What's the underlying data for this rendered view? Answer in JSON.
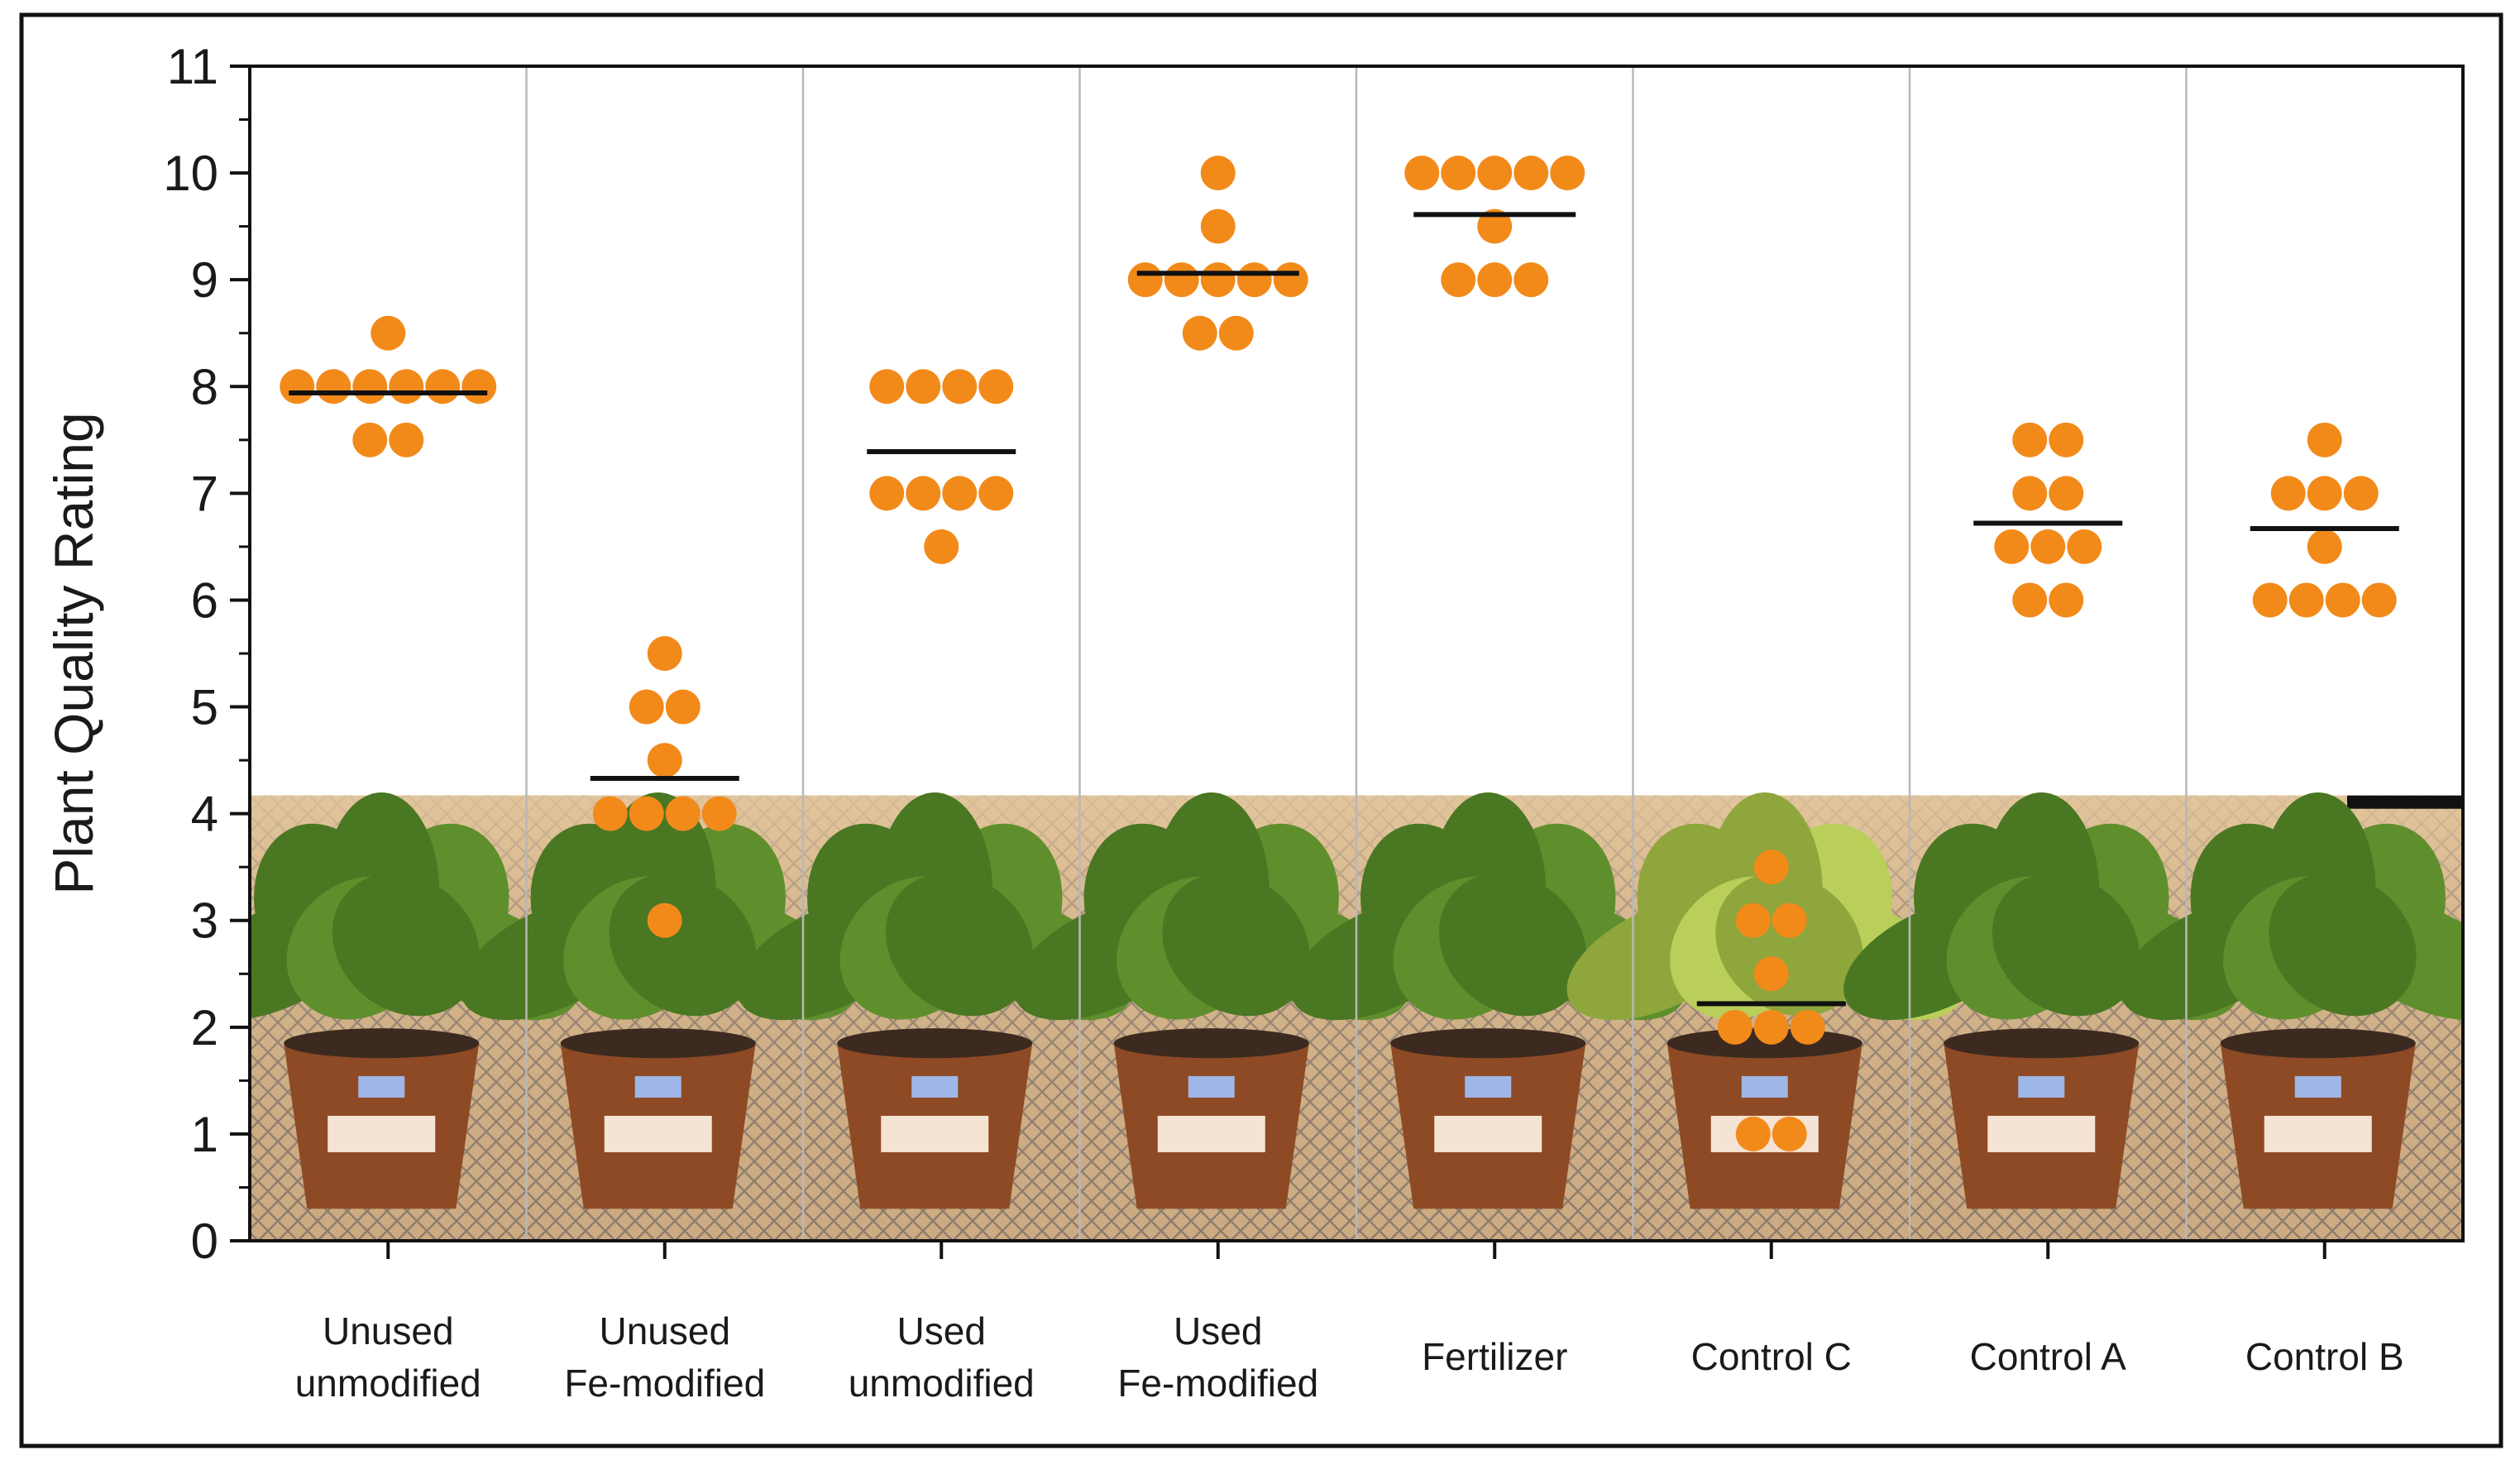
{
  "chart_data": {
    "type": "scatter",
    "ylabel": "Plant Quality Rating",
    "ylim": [
      0,
      11
    ],
    "yticks": [
      "0",
      "1",
      "2",
      "3",
      "4",
      "5",
      "6",
      "7",
      "8",
      "9",
      "10",
      "11"
    ],
    "grid": "vertical separators between categories",
    "legend": "none",
    "categories": [
      {
        "line1": "Unused",
        "line2": "unmodified",
        "mean": 7.94,
        "points": [
          8.5,
          8,
          8,
          8,
          8,
          8,
          8,
          7.5,
          7.5
        ]
      },
      {
        "line1": "Unused",
        "line2": "Fe-modified",
        "mean": 4.33,
        "points": [
          5.5,
          5,
          5,
          4.5,
          4,
          4,
          4,
          4,
          3
        ]
      },
      {
        "line1": "Used",
        "line2": "unmodified",
        "mean": 7.39,
        "points": [
          8,
          8,
          8,
          8,
          7,
          7,
          7,
          7,
          6.5
        ]
      },
      {
        "line1": "Used",
        "line2": "Fe-modified",
        "mean": 9.06,
        "points": [
          10,
          9.5,
          9,
          9,
          9,
          9,
          9,
          8.5,
          8.5
        ]
      },
      {
        "line1": "Fertilizer",
        "line2": "",
        "mean": 9.61,
        "points": [
          10,
          10,
          10,
          10,
          10,
          9.5,
          9,
          9,
          9
        ]
      },
      {
        "line1": "Control C",
        "line2": "",
        "mean": 2.22,
        "points": [
          3.5,
          3,
          3,
          2.5,
          2,
          2,
          2,
          1,
          1
        ]
      },
      {
        "line1": "Control A",
        "line2": "",
        "mean": 6.72,
        "points": [
          7.5,
          7.5,
          7,
          7,
          6.5,
          6.5,
          6.5,
          6,
          6
        ]
      },
      {
        "line1": "Control B",
        "line2": "",
        "mean": 6.67,
        "points": [
          7.5,
          7,
          7,
          7,
          6.5,
          6,
          6,
          6,
          6
        ]
      }
    ],
    "colors": {
      "points": "#F28A1A",
      "mean_line": "#111111",
      "axis": "#111111",
      "separator": "#b8b8b8",
      "photo_mesh": "#c9a57c",
      "photo_top": "#d9b98e",
      "pot": "#8e4a24",
      "leaf": "#5f8f2c",
      "pot_label": "#f5e3d4",
      "pot_tag": "#9fb7e8"
    }
  }
}
